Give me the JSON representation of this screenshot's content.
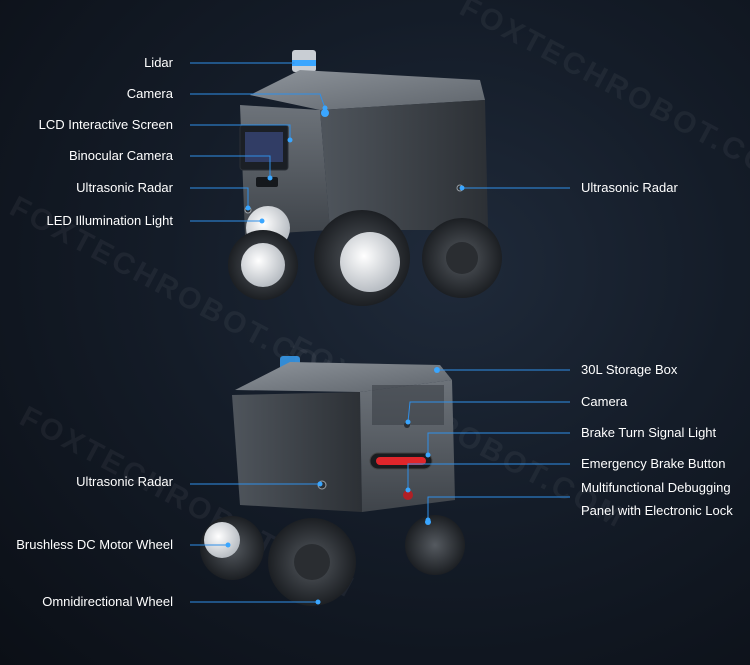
{
  "watermark": "FOXTECHROBOT.COM",
  "colors": {
    "callout_line": "#2f8fe8",
    "dot": "#3aa6ff",
    "text": "#ffffff",
    "body_dark": "#4a4f55",
    "body_light": "#8a9097"
  },
  "top_robot": {
    "labels": {
      "lidar": "Lidar",
      "camera": "Camera",
      "lcd_screen": "LCD Interactive Screen",
      "binocular_camera": "Binocular Camera",
      "ultrasonic_radar_left": "Ultrasonic Radar",
      "led_light": "LED Illumination Light",
      "ultrasonic_radar_right": "Ultrasonic Radar"
    }
  },
  "bottom_robot": {
    "labels": {
      "storage_box": "30L Storage Box",
      "camera": "Camera",
      "brake_turn_light": "Brake Turn Signal Light",
      "emergency_button": "Emergency Brake Button",
      "debug_panel_line1": "Multifunctional Debugging",
      "debug_panel_line2": "Panel with Electronic Lock",
      "ultrasonic_radar": "Ultrasonic Radar",
      "motor_wheel": "Brushless DC Motor Wheel",
      "omni_wheel": "Omnidirectional Wheel"
    }
  }
}
